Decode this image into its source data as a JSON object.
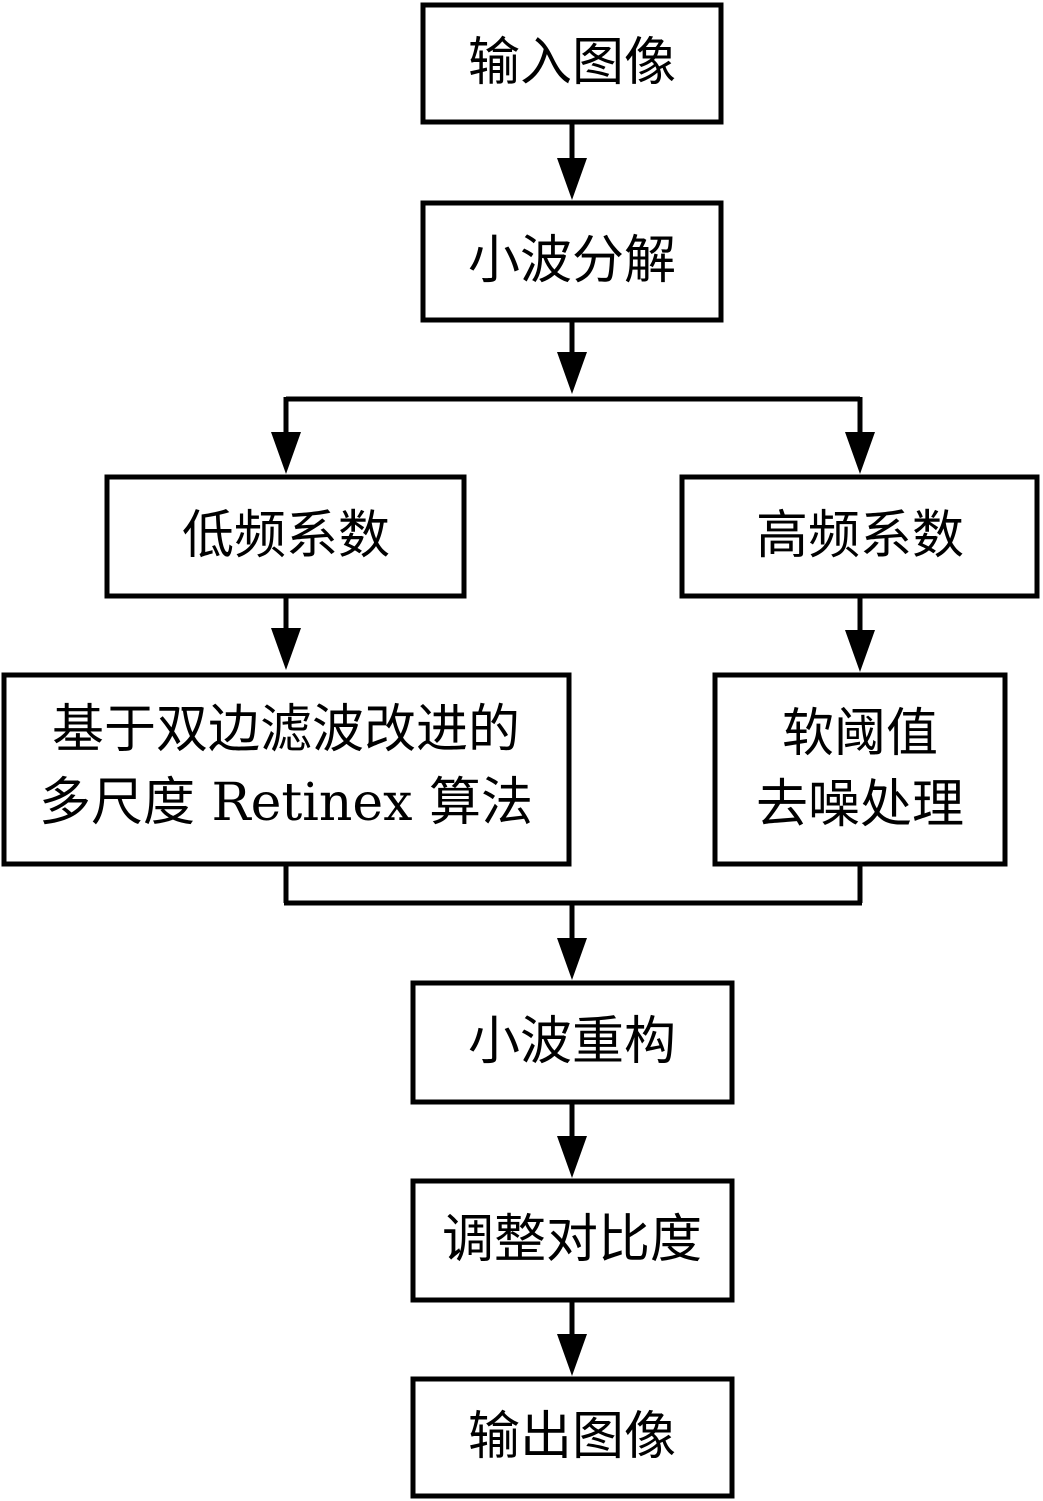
{
  "colors": {
    "stroke": "#000000",
    "fill": "#ffffff",
    "text": "#000000"
  },
  "nodes": {
    "input_image": "输入图像",
    "wavelet_decomposition": "小波分解",
    "low_freq_coefficients": "低频系数",
    "high_freq_coefficients": "高频系数",
    "retinex_line1": "基于双边滤波改进的",
    "retinex_line2": "多尺度 Retinex 算法",
    "soft_threshold_line1": "软阈值",
    "soft_threshold_line2": "去噪处理",
    "wavelet_reconstruction": "小波重构",
    "adjust_contrast": "调整对比度",
    "output_image": "输出图像"
  }
}
